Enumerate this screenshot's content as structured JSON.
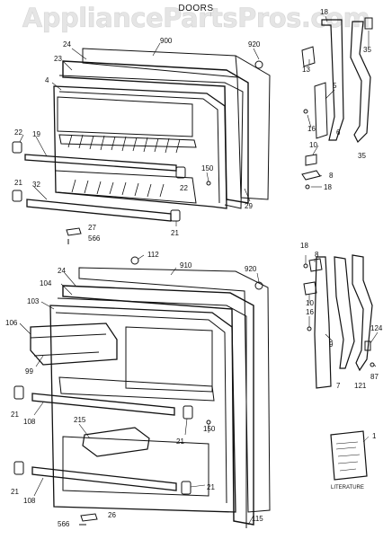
{
  "watermark": "AppliancePartsPros.com",
  "title": "DOORS",
  "literature_label": "LITERATURE",
  "callouts": {
    "upper_door": {
      "c24": "24",
      "c900": "900",
      "c920": "920",
      "c23": "23",
      "c4": "4",
      "c22a": "22",
      "c19": "19",
      "c150": "150",
      "c22b": "22",
      "c21": "21",
      "c32": "32",
      "c29": "29",
      "c27": "27",
      "c566": "566",
      "c21b": "21"
    },
    "upper_hinge": {
      "c18": "18",
      "c13": "13",
      "c5": "5",
      "c16": "16",
      "c10": "10",
      "c6": "6",
      "c35a": "35",
      "c35b": "35",
      "c8": "8",
      "c18b": "18"
    },
    "lower_door": {
      "c112": "112",
      "c24": "24",
      "c910": "910",
      "c920": "920",
      "c104": "104",
      "c103": "103",
      "c106": "106",
      "c99": "99",
      "c21a": "21",
      "c108a": "108",
      "c215": "215",
      "c21b": "21",
      "c150": "150",
      "c21c": "21",
      "c108b": "108",
      "c21d": "21",
      "c566": "566",
      "c26": "26",
      "c115": "115"
    },
    "lower_hinge": {
      "c18": "18",
      "c8": "8",
      "c10": "10",
      "c16": "16",
      "c9": "9",
      "c124": "124",
      "c87": "87",
      "c7": "7",
      "c121": "121",
      "c1": "1"
    }
  }
}
